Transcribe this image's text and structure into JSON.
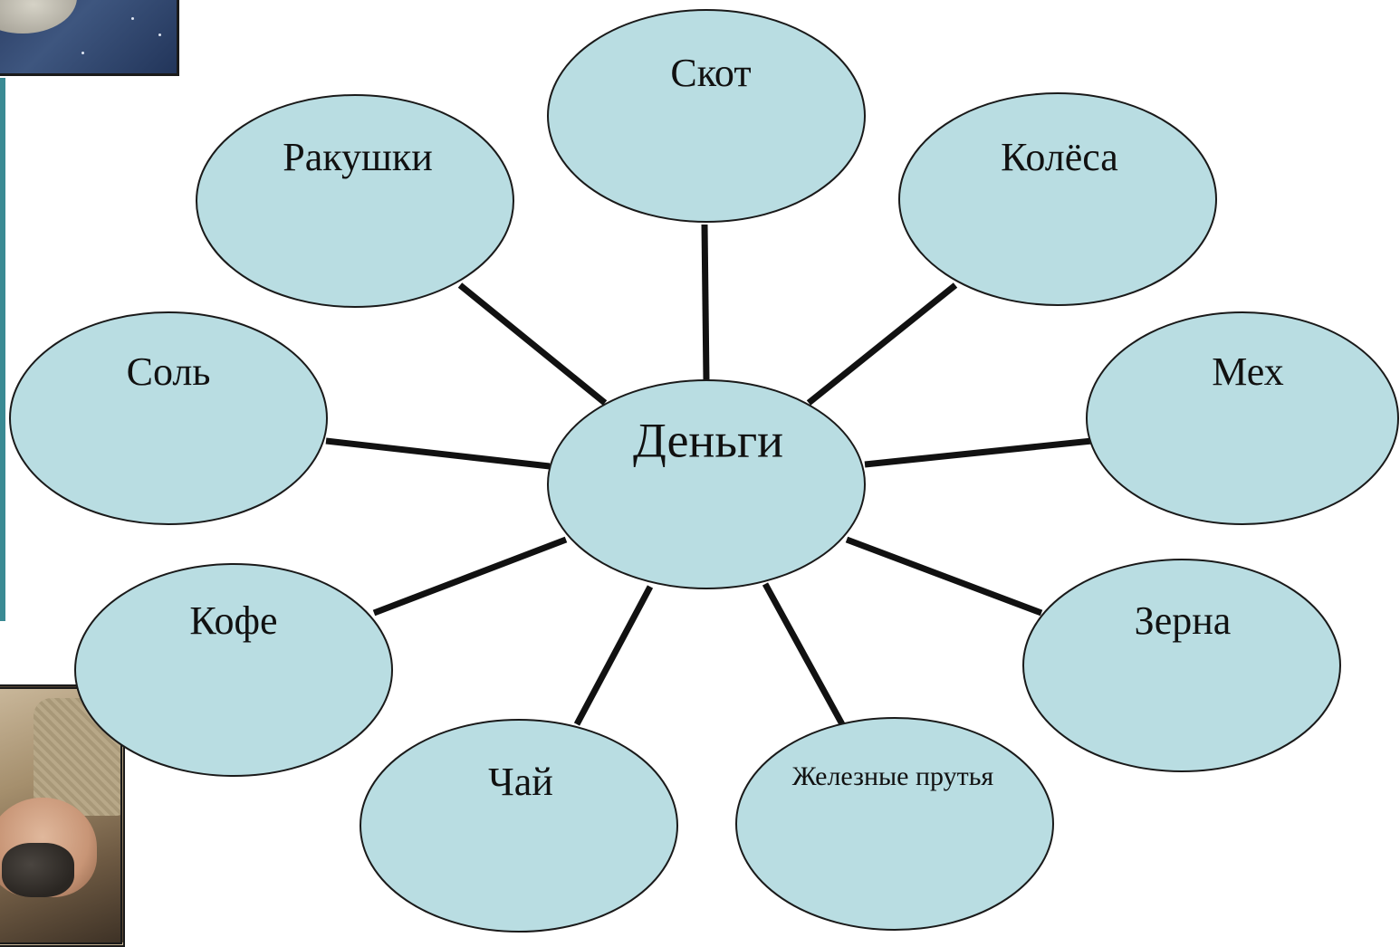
{
  "diagram": {
    "center": {
      "label": "Деньги"
    },
    "items": [
      {
        "id": "skot",
        "label": "Скот"
      },
      {
        "id": "kolesa",
        "label": "Колёса"
      },
      {
        "id": "meh",
        "label": "Мех"
      },
      {
        "id": "zerna",
        "label": "Зерна"
      },
      {
        "id": "zheleznye-prutya",
        "label": "Железные прутья"
      },
      {
        "id": "chay",
        "label": "Чай"
      },
      {
        "id": "kofe",
        "label": "Кофе"
      },
      {
        "id": "sol",
        "label": "Соль"
      },
      {
        "id": "rakushki",
        "label": "Ракушки"
      }
    ]
  },
  "colors": {
    "node_fill": "#b9dde2",
    "node_stroke": "#1a1a1a",
    "connector": "#111111",
    "accent_strip": "#3a8a93"
  },
  "decorations": {
    "top_photo": "shell-photo",
    "bottom_photo": "hand-with-mussels-photo"
  }
}
